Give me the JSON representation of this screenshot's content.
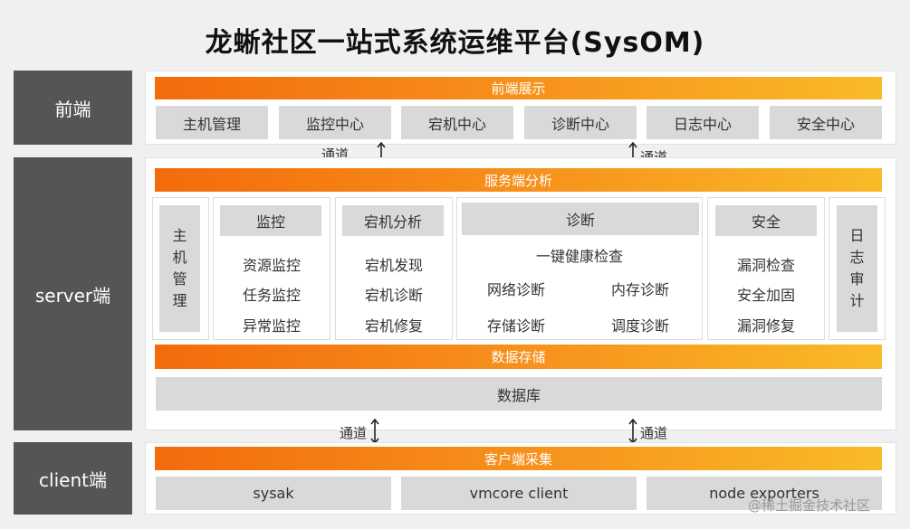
{
  "title": "龙蜥社区一站式系统运维平台(SysOM)",
  "layers": {
    "frontend": "前端",
    "server": "server端",
    "client": "client端"
  },
  "frontend": {
    "bar": "前端展示",
    "modules": [
      "主机管理",
      "监控中心",
      "宕机中心",
      "诊断中心",
      "日志中心",
      "安全中心"
    ]
  },
  "channel": "通道",
  "server": {
    "bar": "服务端分析",
    "host_mgmt": [
      "主",
      "机",
      "管",
      "理"
    ],
    "monitor": {
      "title": "监控",
      "items": [
        "资源监控",
        "任务监控",
        "异常监控"
      ]
    },
    "crash": {
      "title": "宕机分析",
      "items": [
        "宕机发现",
        "宕机诊断",
        "宕机修复"
      ]
    },
    "diagnosis": {
      "title": "诊断",
      "health": "一键健康检查",
      "items": [
        "网络诊断",
        "内存诊断",
        "存储诊断",
        "调度诊断"
      ]
    },
    "security": {
      "title": "安全",
      "items": [
        "漏洞检查",
        "安全加固",
        "漏洞修复"
      ]
    },
    "log_audit": [
      "日",
      "志",
      "审",
      "计"
    ],
    "storage_bar": "数据存储",
    "database": "数据库"
  },
  "client": {
    "bar": "客户端采集",
    "modules": [
      "sysak",
      "vmcore client",
      "node exporters"
    ]
  },
  "watermark": "@稀土掘金技术社区"
}
